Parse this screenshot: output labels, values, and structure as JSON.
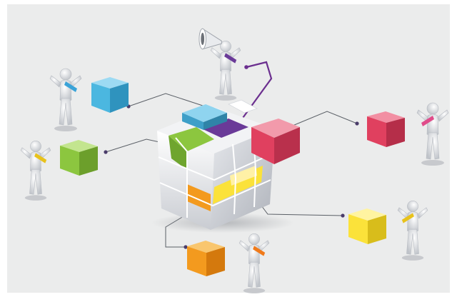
{
  "scene": {
    "background": "#ebecec",
    "frame": "#ffffff",
    "connector_color": "#5a5f66",
    "megaphone_connector_color": "#6b2f8f",
    "palette": {
      "blue": "#4bb7e0",
      "green": "#8cc63f",
      "pink": "#e0405f",
      "yellow": "#fbe23a",
      "orange": "#f39a1e",
      "purple": "#6a3a98",
      "white_cube": "#f3f4f6"
    },
    "figures": [
      {
        "role": "figure-top-left",
        "tie": "#3aa3d8",
        "block": "blue"
      },
      {
        "role": "figure-left",
        "tie": "#e8c21b",
        "block": "green"
      },
      {
        "role": "figure-megaphone",
        "tie": "#6a3a98",
        "block": "none"
      },
      {
        "role": "figure-right",
        "tie": "#e04c8a",
        "block": "pink"
      },
      {
        "role": "figure-bottom-right",
        "tie": "#e8c21b",
        "block": "yellow"
      },
      {
        "role": "figure-bottom",
        "tie": "#f07a1a",
        "block": "orange"
      }
    ]
  }
}
